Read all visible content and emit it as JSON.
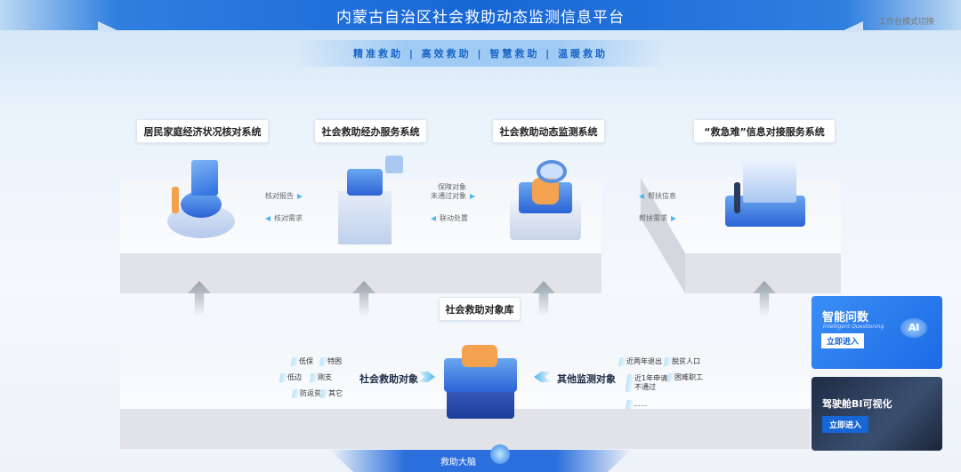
{
  "header": {
    "title": "内蒙古自治区社会救助动态监测信息平台",
    "mode_switch": "工作台模式切换"
  },
  "slogan": "精准救助 | 高效救助 | 智慧救助 | 温暖救助",
  "systems": [
    {
      "label": "居民家庭经济状况核对系统"
    },
    {
      "label": "社会救助经办服务系统"
    },
    {
      "label": "社会救助动态监测系统"
    },
    {
      "label": "“救急难”信息对接服务系统"
    }
  ],
  "flows": {
    "a_to_b": "核对报告",
    "b_to_a": "核对需求",
    "c_to_b_1": "保障对象",
    "c_to_b_2": "未通过对象",
    "b_to_c": "联动处置",
    "d_1": "帮扶信息",
    "d_2": "帮扶需求"
  },
  "library": {
    "label": "社会救助对象库",
    "left_title": "社会救助对象",
    "right_title": "其他监测对象",
    "left_tags": [
      "低保",
      "特困",
      "低边",
      "刚支",
      "防返贫",
      "其它"
    ],
    "right_tags": [
      "近两年退出",
      "脱贫人口",
      "近1年申请不通过",
      "困难职工",
      "......"
    ]
  },
  "cards": [
    {
      "title": "智能问数",
      "subtitle": "Intelligent Questioning",
      "button": "立即进入",
      "badge": "AI"
    },
    {
      "title": "驾驶舱BI可视化",
      "button": "立即进入"
    }
  ],
  "footer": {
    "label": "救助大脑"
  }
}
